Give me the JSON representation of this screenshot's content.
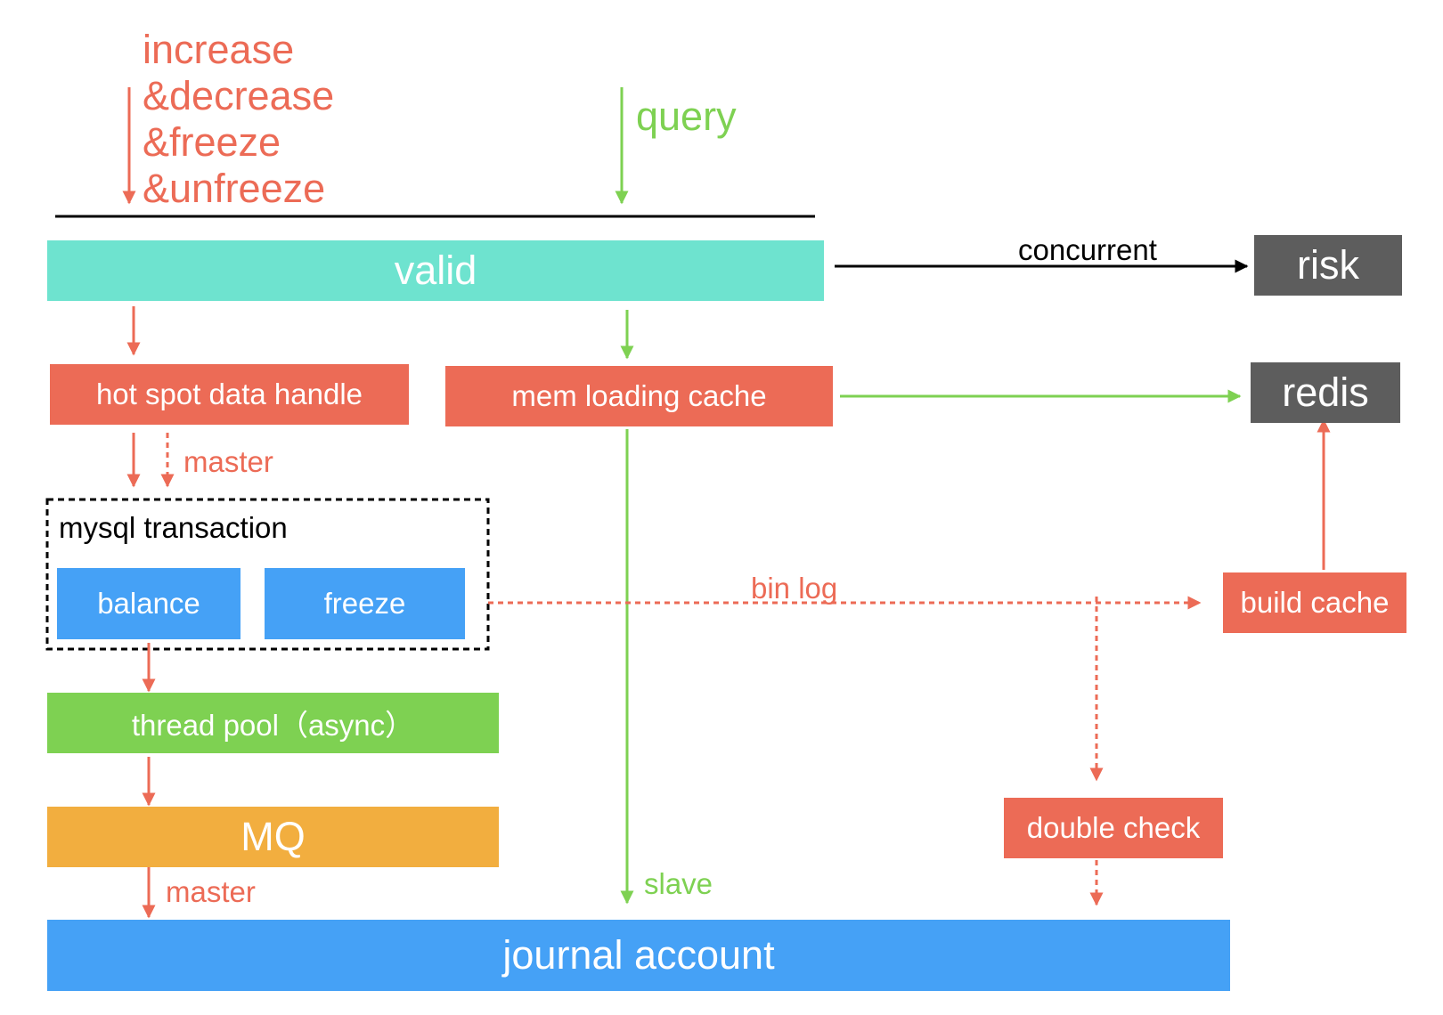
{
  "colors": {
    "red": "#ec6b56",
    "green": "#7ed152",
    "teal": "#6ee3cf",
    "blue": "#45a1f6",
    "orange": "#f2ae3f",
    "dark": "#5d5d5d",
    "black": "#000000"
  },
  "labels": {
    "write_ops": [
      "increase",
      "&decrease",
      "&freeze",
      "&unfreeze"
    ],
    "query": "query",
    "concurrent": "concurrent",
    "master_top": "master",
    "bin_log": "bin log",
    "master_bottom": "master",
    "slave": "slave"
  },
  "nodes": {
    "valid": "valid",
    "risk": "risk",
    "redis": "redis",
    "hot_spot": "hot spot data handle",
    "mem_cache": "mem loading cache",
    "mysql_transaction": "mysql transaction",
    "balance": "balance",
    "freeze": "freeze",
    "build_cache": "build cache",
    "thread_pool": "thread pool（async）",
    "mq": "MQ",
    "double_check": "double check",
    "journal_account": "journal account"
  }
}
